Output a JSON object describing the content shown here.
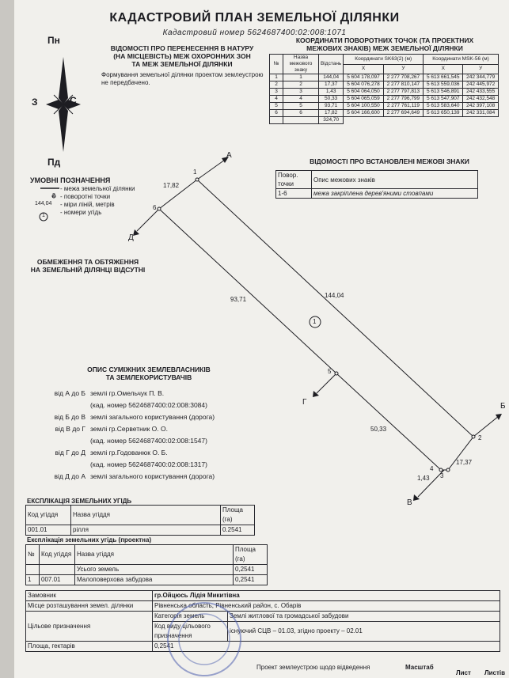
{
  "header": {
    "title": "КАДАСТРОВИЙ ПЛАН ЗЕМЕЛЬНОЇ ДІЛЯНКИ",
    "cadastral": "Кадастровий номер 5624687400:02:008:1071"
  },
  "compass": {
    "n": "Пн",
    "s": "Пд",
    "e": "С",
    "w": "З"
  },
  "survey": {
    "title_lines": [
      "ВІДОМОСТІ ПРО ПЕРЕНЕСЕННЯ В НАТУРУ",
      "(НА МІСЦЕВІСТЬ) МЕЖ ОХОРОННИХ ЗОН",
      "ТА МЕЖ ЗЕМЕЛЬНОЇ ДІЛЯНКИ"
    ],
    "body_lines": [
      "Формування земельної ділянки проектом землеустрою",
      "не передбачено."
    ]
  },
  "coords": {
    "title_lines": [
      "КООРДИНАТИ ПОВОРОТНИХ ТОЧОК (ТА ПРОЕКТНИХ",
      "МЕЖОВИХ ЗНАКІВ) МЕЖ ЗЕМЕЛЬНОЇ ДІЛЯНКИ"
    ],
    "headers": {
      "num": "№",
      "name": "Назва межового знаку",
      "dist": "Відстань",
      "sk63": "Координати SK63(2) (м)",
      "msk": "Координати MSK-56 (м)",
      "x": "X",
      "y": "У"
    },
    "rows": [
      [
        "1",
        "1",
        "144,04",
        "5 604 178,097",
        "2 277 708,267",
        "5 613 661,545",
        "242 344,779"
      ],
      [
        "2",
        "2",
        "17,37",
        "5 604 076,278",
        "2 277 810,147",
        "5 613 559,036",
        "242 445,972"
      ],
      [
        "3",
        "3",
        "1,43",
        "5 604 064,050",
        "2 277 797,813",
        "5 613 546,891",
        "242 433,555"
      ],
      [
        "4",
        "4",
        "50,33",
        "5 604 065,059",
        "2 277 796,799",
        "5 613 547,907",
        "242 432,548"
      ],
      [
        "5",
        "5",
        "93,71",
        "5 604 100,550",
        "2 277 761,119",
        "5 613 583,640",
        "242 397,108"
      ],
      [
        "6",
        "6",
        "17,82",
        "5 604 166,600",
        "2 277 694,649",
        "5 613 650,139",
        "242 331,084"
      ]
    ],
    "total": "324,70"
  },
  "markers": {
    "title": "ВІДОМОСТІ ПРО ВСТАНОВЛЕНІ МЕЖОВІ ЗНАКИ",
    "h1": "Повор. точки",
    "h2": "Опис межових знаків",
    "c1": "1-6",
    "c2": "межа закріплена дерев'яними стовпами"
  },
  "legend": {
    "title": "УМОВНІ ПОЗНАЧЕННЯ",
    "items": [
      "- межа земельної ділянки",
      "- поворотні точки",
      "- міри ліній, метрів",
      "- номери угідь"
    ],
    "sample_dist": "144,04",
    "sample_pt": "2",
    "sample_parcel": "1"
  },
  "restrictions": {
    "lines": [
      "ОБМЕЖЕННЯ ТА ОБТЯЖЕННЯ",
      "НА ЗЕМЕЛЬНІЙ ДІЛЯНЦІ ВІДСУТНІ"
    ]
  },
  "plan": {
    "corners": {
      "a": "А",
      "b": "Б",
      "v": "В",
      "g": "Г",
      "d": "Д"
    },
    "points": [
      "1",
      "2",
      "3",
      "4",
      "5",
      "6"
    ],
    "dists": {
      "d61": "17,82",
      "d12": "144,04",
      "d65": "93,71",
      "d54": "50,33",
      "d23": "17,37",
      "d34": "1,43"
    },
    "parcel": "1"
  },
  "owners": {
    "title_lines": [
      "ОПИС СУМІЖНИХ ЗЕМЛЕВЛАСНИКІВ",
      "ТА ЗЕМЛЕКОРИСТУВАЧІВ"
    ],
    "rows": [
      {
        "from": "від А до Б",
        "text": "землі гр.Омельчук П. В.",
        "sub": "(кад. номер 5624687400:02:008:3084)"
      },
      {
        "from": "від Б до В",
        "text": "землі загального користування (дорога)",
        "sub": ""
      },
      {
        "from": "від В до Г",
        "text": "землі гр.Серветник О. О.",
        "sub": "(кад. номер 5624687400:02:008:1547)"
      },
      {
        "from": "від Г до Д",
        "text": "землі гр.Годованюк О. Б.",
        "sub": "(кад. номер 5624687400:02:008:1317)"
      },
      {
        "from": "від Д до А",
        "text": "землі загального користування (дорога)",
        "sub": ""
      }
    ]
  },
  "expl1": {
    "title": "ЕКСПЛІКАЦІЯ ЗЕМЕЛЬНИХ УГІДЬ",
    "h_code": "Код угіддя",
    "h_name": "Назва угіддя",
    "h_area": "Площа (га)",
    "code": "001.01",
    "name": "рілля",
    "area": "0.2541"
  },
  "expl2": {
    "title": "Експлікація земельних угідь (проектна)",
    "h_num": "№",
    "h_code": "Код угіддя",
    "h_name": "Назва угіддя",
    "h_area": "Площа (га)",
    "total_label": "Усього земель",
    "total": "0,2541",
    "num": "1",
    "code": "007.01",
    "name": "Малоповерхова забудова",
    "area": "0,2541"
  },
  "footer": {
    "customer_lbl": "Замовник",
    "customer": "гр.Ойцюсь Лідія Микитівна",
    "location_lbl": "Місце розташування земел. ділянки",
    "location": "Рівненська область, Рівненський район, с. Обарів",
    "purpose_lbl": "Цільове призначення",
    "category_lbl": "Категорія земель",
    "category": "Землі житлової та громадської забудови",
    "code_lbl": "Код виду цільового призначення",
    "code": "існуючий СЦВ – 01.03, згідно проекту – 02.01",
    "area_lbl": "Площа, гектарів",
    "area": "0,2541",
    "project": "Проект землеустрою щодо відведення",
    "scale": "Масштаб",
    "sheet": "Лист",
    "sheets": "Листів"
  }
}
